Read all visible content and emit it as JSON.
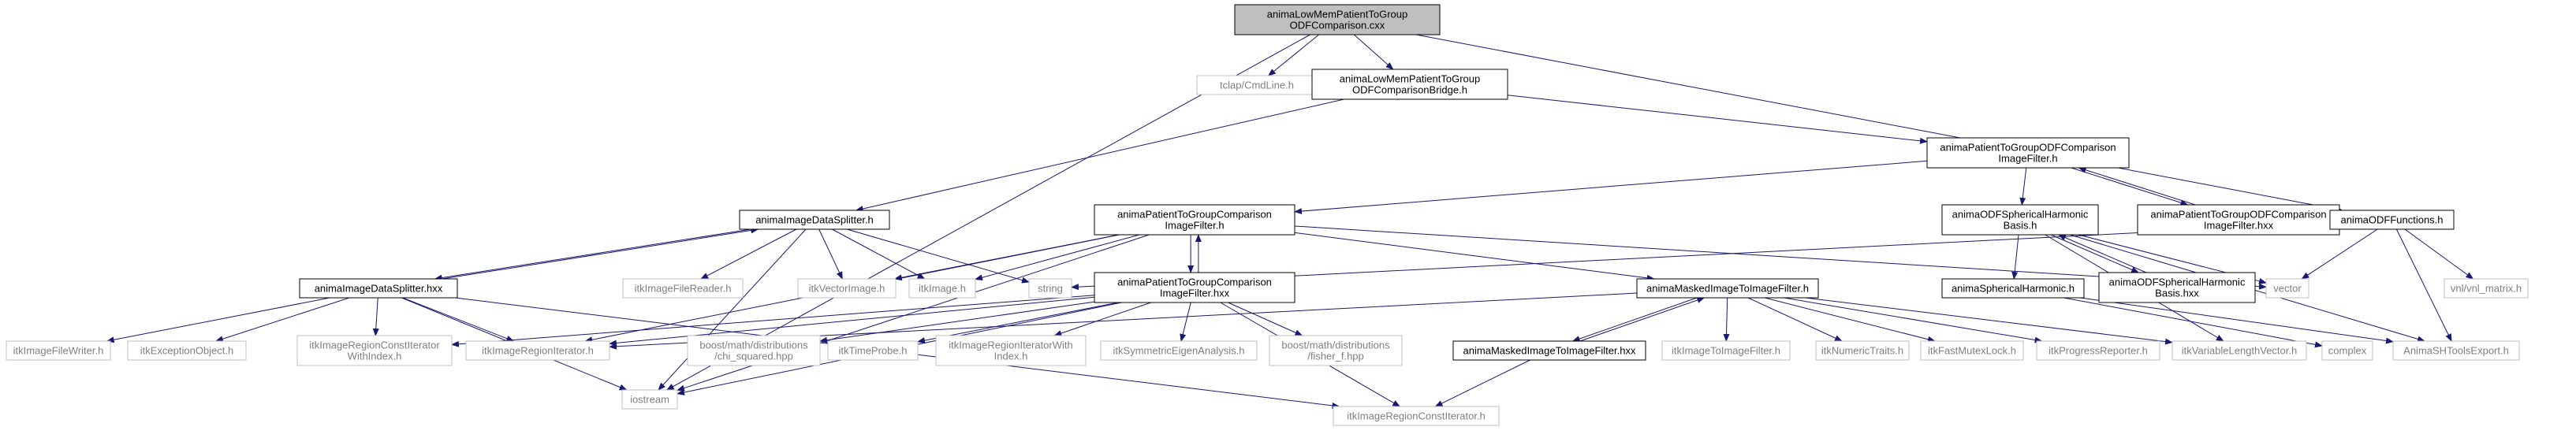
{
  "colors": {
    "root_fill": "#bfbfbf",
    "node_fill": "#ffffff",
    "node_border": "#000000",
    "ext_border": "#bfbfbf",
    "ext_text": "#7f7f7f",
    "edge": "#191970"
  },
  "nodes": [
    {
      "id": "root",
      "lines": [
        "animaLowMemPatientToGroup",
        "ODFComparison.cxx"
      ],
      "kind": "root"
    },
    {
      "id": "tclap",
      "lines": [
        "tclap/CmdLine.h"
      ],
      "kind": "external"
    },
    {
      "id": "bridge",
      "lines": [
        "animaLowMemPatientToGroup",
        "ODFComparisonBridge.h"
      ],
      "kind": "local"
    },
    {
      "id": "iostream",
      "lines": [
        "iostream"
      ],
      "kind": "external"
    },
    {
      "id": "ptgodf",
      "lines": [
        "animaPatientToGroupODFComparison",
        "ImageFilter.h"
      ],
      "kind": "local"
    },
    {
      "id": "splitter",
      "lines": [
        "animaImageDataSplitter.h"
      ],
      "kind": "local"
    },
    {
      "id": "ptgodfhxx",
      "lines": [
        "animaPatientToGroupODFComparison",
        "ImageFilter.hxx"
      ],
      "kind": "local"
    },
    {
      "id": "ptgcmp",
      "lines": [
        "animaPatientToGroupComparison",
        "ImageFilter.h"
      ],
      "kind": "local"
    },
    {
      "id": "odfsh",
      "lines": [
        "animaODFSphericalHarmonic",
        "Basis.h"
      ],
      "kind": "local"
    },
    {
      "id": "odffunc",
      "lines": [
        "animaODFFunctions.h"
      ],
      "kind": "local"
    },
    {
      "id": "splitterhxx",
      "lines": [
        "animaImageDataSplitter.hxx"
      ],
      "kind": "local"
    },
    {
      "id": "filereader",
      "lines": [
        "itkImageFileReader.h"
      ],
      "kind": "external"
    },
    {
      "id": "vectorimage",
      "lines": [
        "itkVectorImage.h"
      ],
      "kind": "external"
    },
    {
      "id": "itkimage",
      "lines": [
        "itkImage.h"
      ],
      "kind": "external"
    },
    {
      "id": "string",
      "lines": [
        "string"
      ],
      "kind": "external"
    },
    {
      "id": "ptgcmphxx",
      "lines": [
        "animaPatientToGroupComparison",
        "ImageFilter.hxx"
      ],
      "kind": "local"
    },
    {
      "id": "masked",
      "lines": [
        "animaMaskedImageToImageFilter.h"
      ],
      "kind": "local"
    },
    {
      "id": "spherical",
      "lines": [
        "animaSphericalHarmonic.h"
      ],
      "kind": "local"
    },
    {
      "id": "odfshhxx",
      "lines": [
        "animaODFSphericalHarmonic",
        "Basis.hxx"
      ],
      "kind": "local"
    },
    {
      "id": "vector",
      "lines": [
        "vector"
      ],
      "kind": "external"
    },
    {
      "id": "vnl",
      "lines": [
        "vnl/vnl_matrix.h"
      ],
      "kind": "external"
    },
    {
      "id": "filewriter",
      "lines": [
        "itkImageFileWriter.h"
      ],
      "kind": "external"
    },
    {
      "id": "exception",
      "lines": [
        "itkExceptionObject.h"
      ],
      "kind": "external"
    },
    {
      "id": "regionconstidx",
      "lines": [
        "itkImageRegionConstIterator",
        "WithIndex.h"
      ],
      "kind": "external"
    },
    {
      "id": "regioniter",
      "lines": [
        "itkImageRegionIterator.h"
      ],
      "kind": "external"
    },
    {
      "id": "chisq",
      "lines": [
        "boost/math/distributions",
        "/chi_squared.hpp"
      ],
      "kind": "external"
    },
    {
      "id": "timeprobe",
      "lines": [
        "itkTimeProbe.h"
      ],
      "kind": "external"
    },
    {
      "id": "regioniteridx",
      "lines": [
        "itkImageRegionIteratorWith",
        "Index.h"
      ],
      "kind": "external"
    },
    {
      "id": "symeigen",
      "lines": [
        "itkSymmetricEigenAnalysis.h"
      ],
      "kind": "external"
    },
    {
      "id": "fisher",
      "lines": [
        "boost/math/distributions",
        "/fisher_f.hpp"
      ],
      "kind": "external"
    },
    {
      "id": "maskedhxx",
      "lines": [
        "animaMaskedImageToImageFilter.hxx"
      ],
      "kind": "local"
    },
    {
      "id": "imgtoimg",
      "lines": [
        "itkImageToImageFilter.h"
      ],
      "kind": "external"
    },
    {
      "id": "numeric",
      "lines": [
        "itkNumericTraits.h"
      ],
      "kind": "external"
    },
    {
      "id": "mutex",
      "lines": [
        "itkFastMutexLock.h"
      ],
      "kind": "external"
    },
    {
      "id": "progress",
      "lines": [
        "itkProgressReporter.h"
      ],
      "kind": "external"
    },
    {
      "id": "varlen",
      "lines": [
        "itkVariableLengthVector.h"
      ],
      "kind": "external"
    },
    {
      "id": "complex",
      "lines": [
        "complex"
      ],
      "kind": "external"
    },
    {
      "id": "shtools",
      "lines": [
        "AnimaSHToolsExport.h"
      ],
      "kind": "external"
    },
    {
      "id": "regionconst",
      "lines": [
        "itkImageRegionConstIterator.h"
      ],
      "kind": "external"
    }
  ],
  "edges": [
    [
      "root",
      "tclap"
    ],
    [
      "root",
      "bridge"
    ],
    [
      "root",
      "iostream"
    ],
    [
      "root",
      "odffunc"
    ],
    [
      "bridge",
      "ptgodf"
    ],
    [
      "bridge",
      "splitter"
    ],
    [
      "ptgodf",
      "ptgcmp"
    ],
    [
      "ptgodf",
      "odfsh"
    ],
    [
      "ptgodf",
      "ptgodfhxx"
    ],
    [
      "ptgodfhxx",
      "ptgodf"
    ],
    [
      "splitter",
      "splitterhxx"
    ],
    [
      "splitter",
      "filereader"
    ],
    [
      "splitter",
      "vectorimage"
    ],
    [
      "splitter",
      "itkimage"
    ],
    [
      "splitter",
      "string"
    ],
    [
      "splitter",
      "iostream"
    ],
    [
      "splitterhxx",
      "splitter"
    ],
    [
      "splitterhxx",
      "filewriter"
    ],
    [
      "splitterhxx",
      "exception"
    ],
    [
      "splitterhxx",
      "regionconstidx"
    ],
    [
      "splitterhxx",
      "regioniter"
    ],
    [
      "splitterhxx",
      "regionconst"
    ],
    [
      "splitterhxx",
      "iostream"
    ],
    [
      "ptgcmp",
      "itkimage"
    ],
    [
      "ptgcmp",
      "vectorimage"
    ],
    [
      "ptgcmp",
      "masked"
    ],
    [
      "ptgcmp",
      "ptgcmphxx"
    ],
    [
      "ptgcmp",
      "vector"
    ],
    [
      "ptgcmp",
      "iostream"
    ],
    [
      "ptgcmp",
      "regioniter"
    ],
    [
      "ptgcmphxx",
      "ptgcmp"
    ],
    [
      "ptgcmphxx",
      "regionconstidx"
    ],
    [
      "ptgcmphxx",
      "chisq"
    ],
    [
      "ptgcmphxx",
      "timeprobe"
    ],
    [
      "ptgcmphxx",
      "regioniteridx"
    ],
    [
      "ptgcmphxx",
      "symeigen"
    ],
    [
      "ptgcmphxx",
      "fisher"
    ],
    [
      "ptgcmphxx",
      "regionconst"
    ],
    [
      "ptgcmphxx",
      "regioniter"
    ],
    [
      "ptgcmphxx",
      "iostream"
    ],
    [
      "odfsh",
      "spherical"
    ],
    [
      "odfsh",
      "odfshhxx"
    ],
    [
      "odfsh",
      "vector"
    ],
    [
      "odfsh",
      "varlen"
    ],
    [
      "odfsh",
      "shtools"
    ],
    [
      "odfshhxx",
      "odfsh"
    ],
    [
      "spherical",
      "complex"
    ],
    [
      "spherical",
      "shtools"
    ],
    [
      "odffunc",
      "string"
    ],
    [
      "odffunc",
      "vector"
    ],
    [
      "odffunc",
      "vnl"
    ],
    [
      "odffunc",
      "shtools"
    ],
    [
      "masked",
      "maskedhxx"
    ],
    [
      "masked",
      "imgtoimg"
    ],
    [
      "masked",
      "numeric"
    ],
    [
      "masked",
      "mutex"
    ],
    [
      "masked",
      "progress"
    ],
    [
      "masked",
      "varlen"
    ],
    [
      "masked",
      "regioniter"
    ],
    [
      "maskedhxx",
      "masked"
    ],
    [
      "maskedhxx",
      "regionconst"
    ]
  ]
}
